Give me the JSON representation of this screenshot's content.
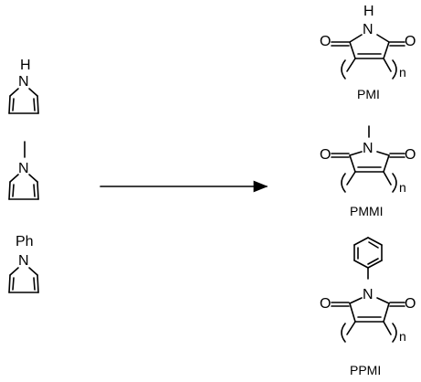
{
  "reactants": [
    {
      "substituent": "H"
    },
    {
      "substituent": ""
    },
    {
      "substituent": "Ph"
    }
  ],
  "products": [
    {
      "name": "PMI"
    },
    {
      "name": "PMMI"
    },
    {
      "name": "PPMI"
    }
  ],
  "atoms": {
    "nitrogen": "N",
    "oxygen": "O",
    "repeat_index": "n"
  }
}
